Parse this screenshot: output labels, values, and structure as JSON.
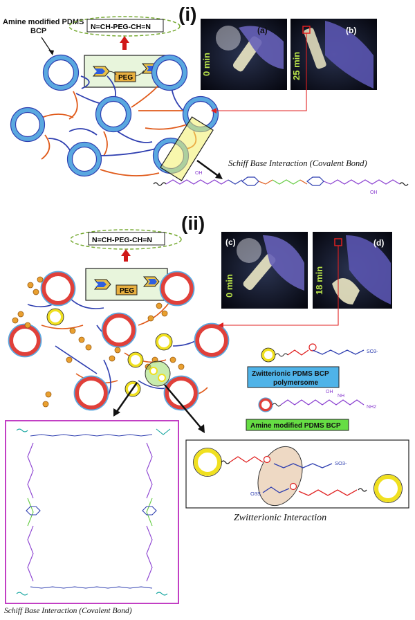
{
  "section_i": {
    "roman": "(i)",
    "network_label_line1": "Amine modified PDMS",
    "network_label_line2": "BCP",
    "linker_formula": "N=CH-PEG-CH=N",
    "peg_label": "PEG",
    "photo_a_label": "(a)",
    "photo_a_time": "0 min",
    "photo_b_label": "(b)",
    "photo_b_time": "25 min",
    "interaction_caption": "Schiff Base Interaction (Covalent Bond)"
  },
  "section_ii": {
    "roman": "(ii)",
    "linker_formula": "N=CH-PEG-CH=N",
    "peg_label": "PEG",
    "photo_c_label": "(c)",
    "photo_c_time": "0 min",
    "photo_d_label": "(d)",
    "photo_d_time": "18 min",
    "legend_zwitterionic_line1": "Zwitterionic PDMS BCP",
    "legend_zwitterionic_line2": "polymersome",
    "legend_amine": "Amine modified PDMS BCP",
    "so3_label": "SO3-",
    "nh2_label": "NH2",
    "oh_label": "OH",
    "nh_label": "NH",
    "o3s_label": "O3S",
    "box_left_caption": "Schiff Base Interaction (Covalent Bond)",
    "box_right_caption": "Zwitterionic Interaction"
  },
  "colors": {
    "vesicle_blue": "#5aa8e0",
    "vesicle_red": "#e0403a",
    "vesicle_yellow": "#f0e020",
    "legend_blue": "#4fb3e8",
    "legend_green": "#66dd44",
    "purple": "#8a3fd0",
    "magenta_box": "#c23fc4"
  }
}
